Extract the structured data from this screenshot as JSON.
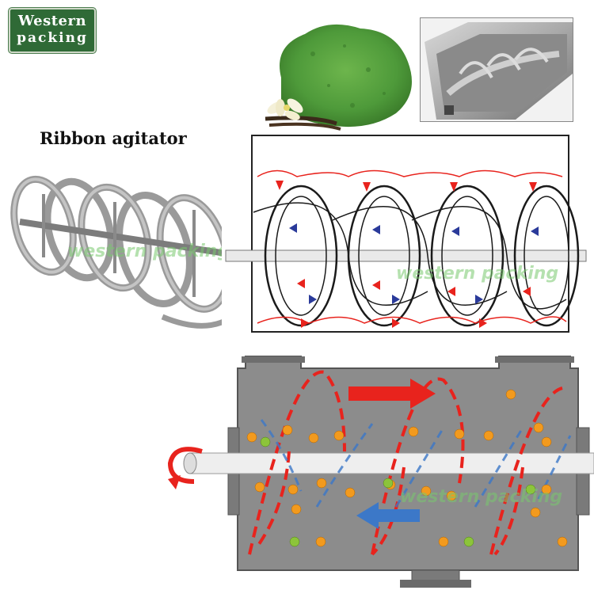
{
  "logo": {
    "line1": "Western",
    "line2": "packing"
  },
  "title": "Ribbon agitator",
  "watermarks": [
    "western packing",
    "western packing",
    "western packing"
  ],
  "colors": {
    "logo_green": "#2f6a36",
    "tank_gray": "#8c8c8c",
    "flow_red": "#e8231d",
    "flow_blue": "#3c78c8",
    "particle_orange": "#f29a1e",
    "particle_green": "#8cc43a",
    "powder_green": "#4e9a3a"
  },
  "icons": [
    "rotation-arrow-icon",
    "right-flow-arrow-icon",
    "left-flow-arrow-icon"
  ]
}
